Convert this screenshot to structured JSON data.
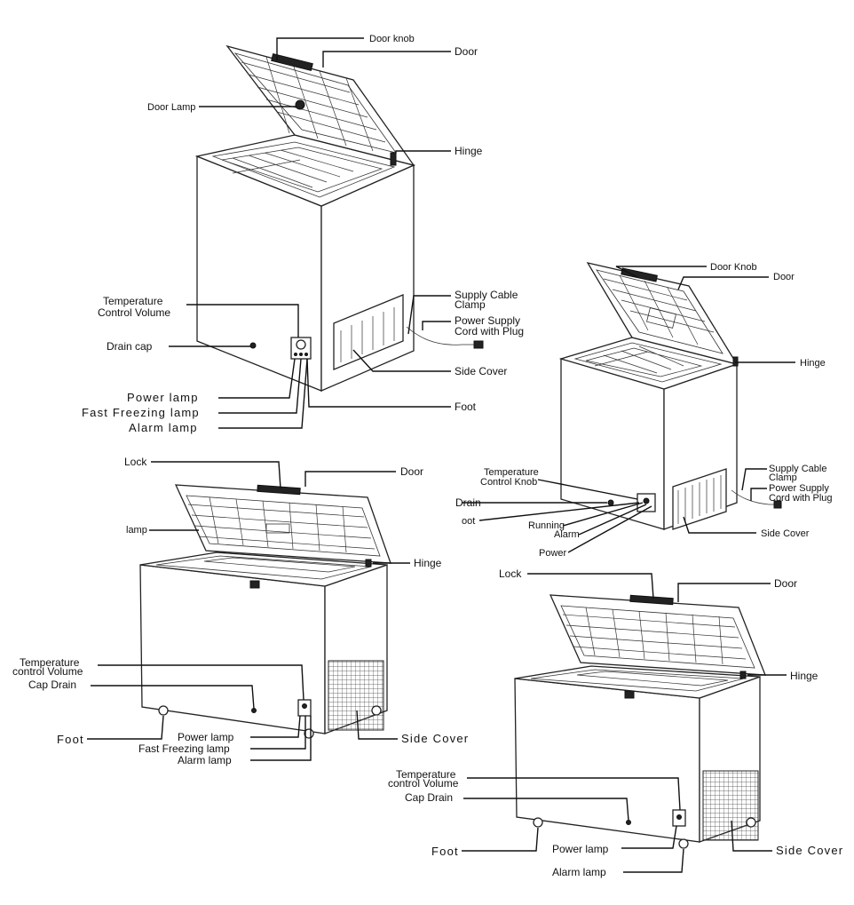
{
  "freezer_1": {
    "door_knob": "Door knob",
    "door": "Door",
    "door_lamp": "Door Lamp",
    "hinge": "Hinge",
    "temperature_control_volume_1": "Temperature",
    "temperature_control_volume_2": "Control Volume",
    "supply_cable_clamp_1": "Supply Cable",
    "supply_cable_clamp_2": "Clamp",
    "power_cord_1": "Power Supply",
    "power_cord_2": "Cord with Plug",
    "drain_cap": "Drain cap",
    "side_cover": "Side Cover",
    "power_lamp": "Power  lamp",
    "fast_freezing_lamp": "Fast  Freezing  lamp",
    "alarm_lamp": "Alarm  lamp",
    "foot": "Foot"
  },
  "freezer_2": {
    "door_knob": "Door Knob",
    "door": "Door",
    "hinge": "Hinge",
    "supply_cable_clamp_1": "Supply Cable",
    "supply_cable_clamp_2": "Clamp",
    "power_cord_1": "Power Supply",
    "power_cord_2": "Cord with Plug",
    "temperature_control_knob_1": "Temperature",
    "temperature_control_knob_2": "Control Knob",
    "drain": "Drain",
    "foot": "oot",
    "running": "Running",
    "alarm": "Alarm",
    "power": "Power",
    "side_cover": "Side Cover"
  },
  "freezer_3": {
    "lock": "Lock",
    "door": "Door",
    "lamp": "lamp",
    "hinge": "Hinge",
    "temperature_control_volume_1": "Temperature",
    "temperature_control_volume_2": "control Volume",
    "cap_drain": "Cap  Drain",
    "foot": "Foot",
    "power_lamp": "Power  lamp",
    "side_cover": "Side  Cover",
    "fast_freezing_lamp": "Fast  Freezing  lamp",
    "alarm_lamp": "Alarm  lamp"
  },
  "freezer_4": {
    "lock": "Lock",
    "door": "Door",
    "hinge": "Hinge",
    "temperature_control_volume_1": "Temperature",
    "temperature_control_volume_2": "control Volume",
    "cap_drain": "Cap  Drain",
    "foot": "Foot",
    "power_lamp": "Power  lamp",
    "side_cover": "Side  Cover",
    "alarm_lamp": "Alarm  lamp"
  }
}
